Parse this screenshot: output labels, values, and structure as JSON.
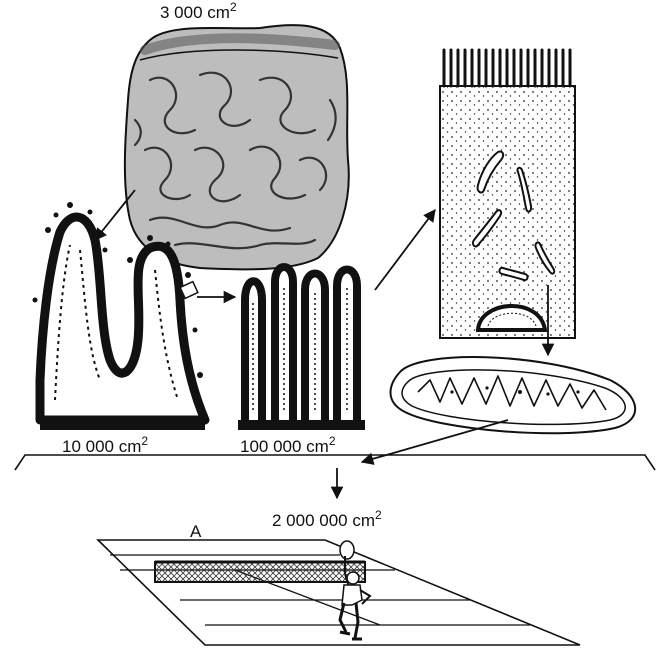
{
  "labels": {
    "intestine_area": "3 000 cm",
    "folds_area": "10 000 cm",
    "villi_area": "100 000 cm",
    "total_area": "2 000 000 cm",
    "area_exponent": "2",
    "court_label": "A"
  },
  "colors": {
    "line": "#111111",
    "intestine_fill": "#bdbdbd",
    "intestine_shadow": "#8c8c8c",
    "paper": "#ffffff"
  }
}
